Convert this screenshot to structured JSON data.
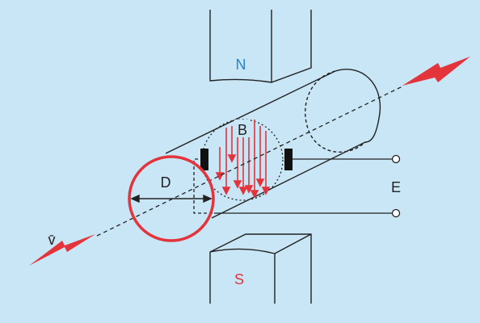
{
  "colors": {
    "background": "#c9e6f7",
    "line": "#222222",
    "accent_red": "#e3343c",
    "north_label": "#2a83c7",
    "south_label": "#e3343c",
    "magnet_fill": "#c9e6f7"
  },
  "labels": {
    "north": "N",
    "south": "S",
    "field": "B",
    "diameter": "D",
    "emf": "E",
    "velocity": "v̄"
  },
  "icons": {
    "flow_arrow_in": "flow-arrow-icon",
    "flow_arrow_out": "flow-arrow-icon"
  }
}
